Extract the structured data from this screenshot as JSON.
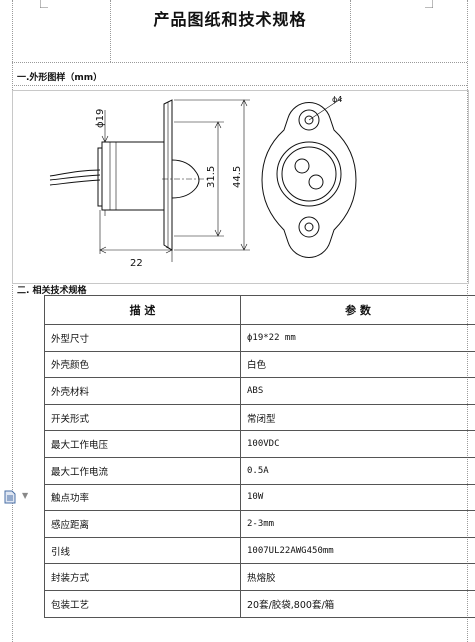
{
  "document": {
    "title": "产品图纸和技术规格",
    "section1_heading": "一.外形图样（mm）",
    "section2_heading": "二. 相关技术规格"
  },
  "drawing": {
    "dim_diameter_body": "ϕ19",
    "dim_length": "22",
    "dim_height_inner": "31.5",
    "dim_height_outer": "44.5",
    "dim_hole": "ϕ4"
  },
  "spec_table": {
    "header_desc": "描  述",
    "header_param": "参    数",
    "rows": [
      {
        "desc": "外型尺寸",
        "param": "ϕ19*22 mm"
      },
      {
        "desc": "外壳颜色",
        "param": "白色"
      },
      {
        "desc": "外壳材料",
        "param": "ABS"
      },
      {
        "desc": "开关形式",
        "param": "常闭型"
      },
      {
        "desc": "最大工作电压",
        "param": "100VDC"
      },
      {
        "desc": "最大工作电流",
        "param": "0.5A"
      },
      {
        "desc": "触点功率",
        "param": "10W"
      },
      {
        "desc": "感应距离",
        "param": "2-3mm"
      },
      {
        "desc": "引线",
        "param": "1007UL22AWG450mm"
      },
      {
        "desc": "封装方式",
        "param": "热熔胶"
      },
      {
        "desc": "包装工艺",
        "param": "20套/胶袋,800套/箱"
      }
    ]
  },
  "icons": {
    "side_doc_icon": "document-icon",
    "side_dropdown": "chevron-down-icon"
  }
}
